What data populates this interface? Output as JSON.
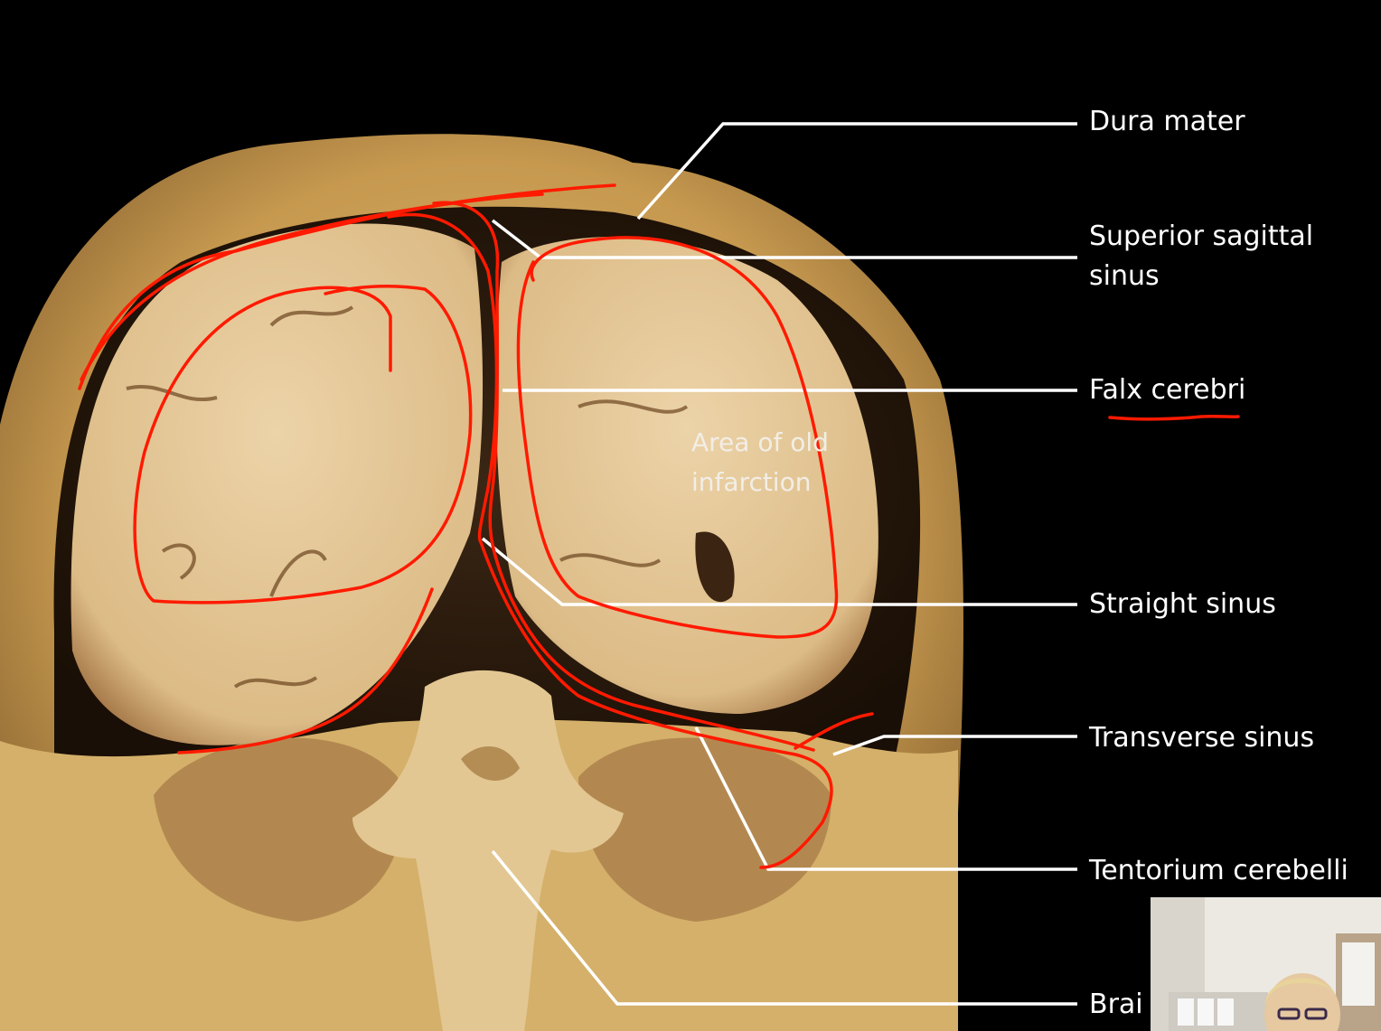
{
  "slide": {
    "background_color": "#000000",
    "annotation_color": "#ff1a00",
    "leader_line_color": "#ffffff",
    "labels": {
      "dura_mater": "Dura mater",
      "superior_sagittal_line1": "Superior sagittal",
      "superior_sagittal_line2": "sinus",
      "falx_cerebri": "Falx cerebri",
      "straight_sinus": "Straight sinus",
      "transverse_sinus": "Transverse sinus",
      "tentorium_cerebelli": "Tentorium cerebelli",
      "brainstem_partial": "Brai"
    },
    "image_labels": {
      "infarction_line1": "Area of old",
      "infarction_line2": "infarction"
    }
  },
  "webcam": {
    "icon": "person-icon"
  }
}
